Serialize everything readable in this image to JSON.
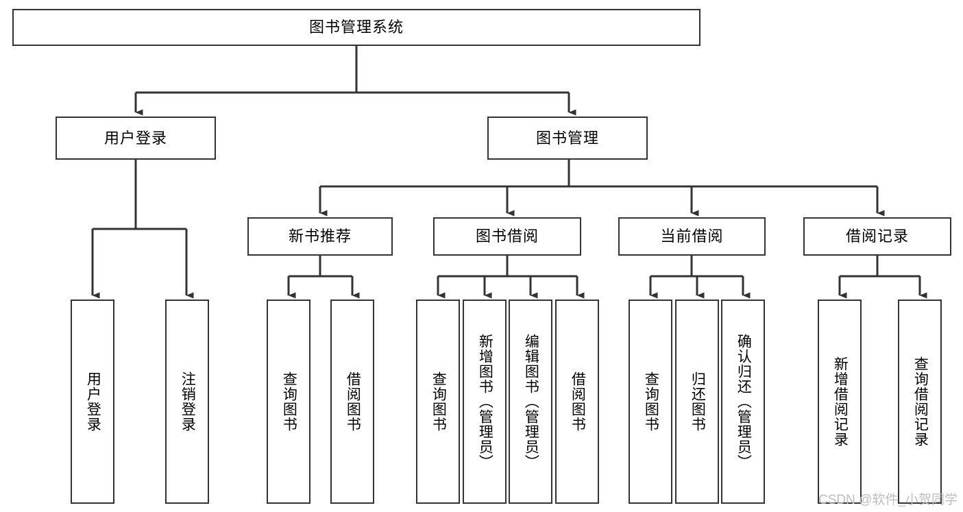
{
  "diagram": {
    "type": "tree-hierarchy-chart",
    "title": "图书管理系统",
    "stroke_color": "#333333",
    "background_color": "#ffffff",
    "nodes": {
      "root": {
        "label": "图书管理系统",
        "level": 1,
        "orientation": "horizontal"
      },
      "l2": [
        {
          "label": "用户登录",
          "level": 2,
          "orientation": "horizontal"
        },
        {
          "label": "图书管理",
          "level": 2,
          "orientation": "horizontal"
        }
      ],
      "l3": [
        {
          "label": "新书推荐",
          "level": 3,
          "orientation": "horizontal"
        },
        {
          "label": "图书借阅",
          "level": 3,
          "orientation": "horizontal"
        },
        {
          "label": "当前借阅",
          "level": 3,
          "orientation": "horizontal"
        },
        {
          "label": "借阅记录",
          "level": 3,
          "orientation": "horizontal"
        }
      ],
      "leaves": [
        {
          "label": "用户登录",
          "parent": "用户登录",
          "orientation": "vertical"
        },
        {
          "label": "注销登录",
          "parent": "用户登录",
          "orientation": "vertical"
        },
        {
          "label": "查询图书",
          "parent": "新书推荐",
          "orientation": "vertical"
        },
        {
          "label": "借阅图书",
          "parent": "新书推荐",
          "orientation": "vertical"
        },
        {
          "label": "查询图书",
          "parent": "图书借阅",
          "orientation": "vertical"
        },
        {
          "label": "新增图书（管理员）",
          "parent": "图书借阅",
          "orientation": "vertical"
        },
        {
          "label": "编辑图书（管理员）",
          "parent": "图书借阅",
          "orientation": "vertical"
        },
        {
          "label": "借阅图书",
          "parent": "图书借阅",
          "orientation": "vertical"
        },
        {
          "label": "查询图书",
          "parent": "当前借阅",
          "orientation": "vertical"
        },
        {
          "label": "归还图书",
          "parent": "当前借阅",
          "orientation": "vertical"
        },
        {
          "label": "确认归还（管理员）",
          "parent": "当前借阅",
          "orientation": "vertical"
        },
        {
          "label": "新增借阅记录",
          "parent": "借阅记录",
          "orientation": "vertical"
        },
        {
          "label": "查询借阅记录",
          "parent": "借阅记录",
          "orientation": "vertical"
        }
      ]
    }
  },
  "watermark": {
    "text": "CSDN @软件_小贺同学"
  }
}
